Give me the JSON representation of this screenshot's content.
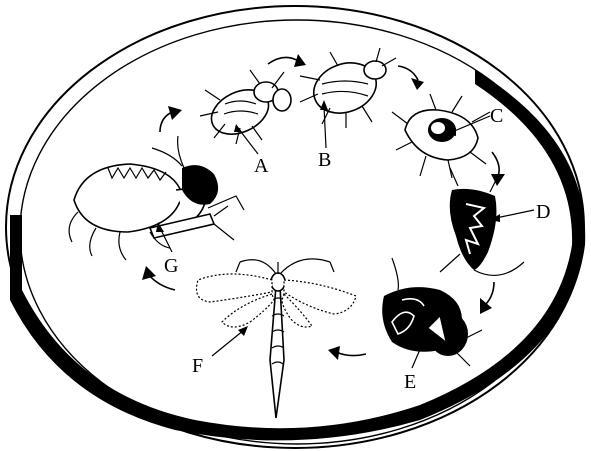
{
  "diagram": {
    "labels": {
      "a": "A",
      "b": "B",
      "c": "C",
      "d": "D",
      "e": "E",
      "f": "F",
      "g": "G"
    },
    "colors": {
      "ink": "#000000",
      "paper": "#ffffff"
    }
  }
}
